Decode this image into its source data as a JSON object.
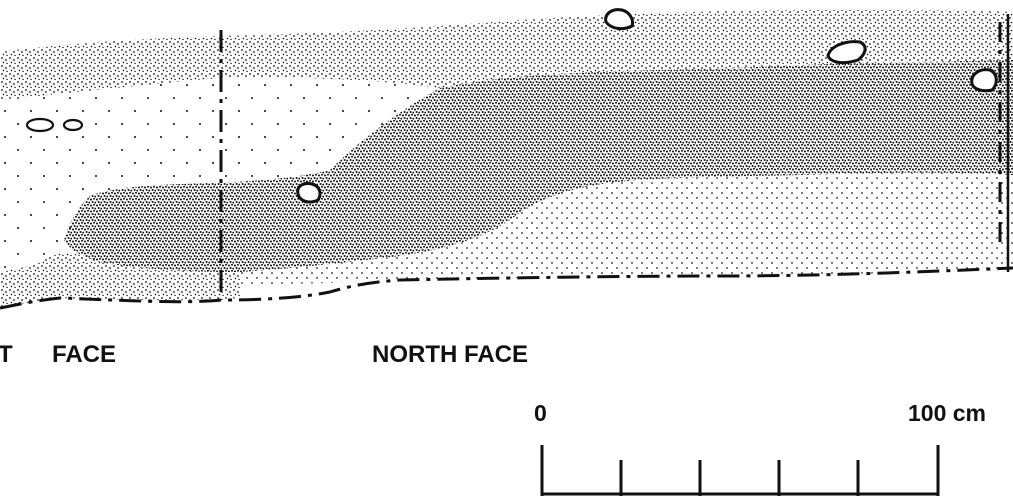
{
  "labels": {
    "west_face_fragment": "T",
    "west_face_word": "FACE",
    "north_face": "NORTH FACE"
  },
  "scale_bar": {
    "start_label": "0",
    "end_label": "100 cm"
  },
  "colors": {
    "ink": "#111111",
    "paper": "#ffffff"
  }
}
